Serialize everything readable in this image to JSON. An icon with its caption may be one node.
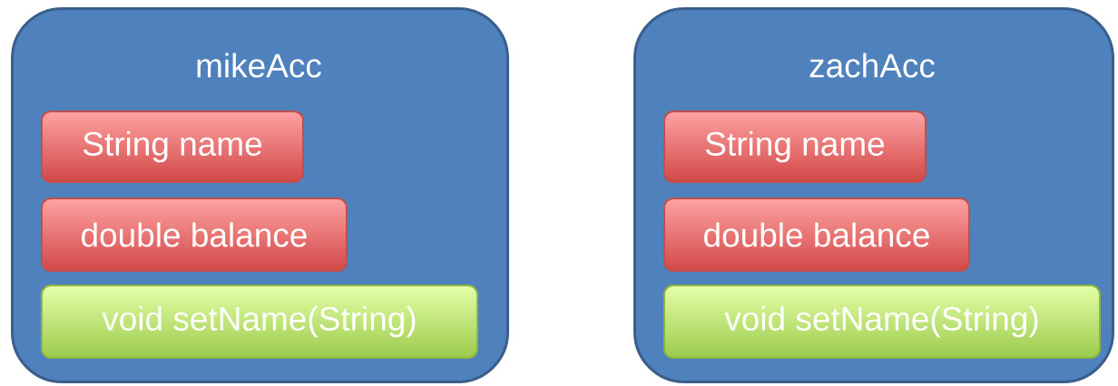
{
  "diagram": {
    "nodes": [
      {
        "text": [
          "mikeAcc"
        ]
      },
      {
        "text": [
          "String name"
        ],
        "in": 0
      },
      {
        "text": [
          "double balance"
        ],
        "in": 0
      },
      {
        "text": [
          "void setName(String)"
        ],
        "in": 0
      },
      {
        "text": [
          "zachAcc"
        ]
      },
      {
        "text": [
          "String name"
        ],
        "in": 4
      },
      {
        "text": [
          "double balance"
        ],
        "in": 4
      },
      {
        "text": [
          "void setName(String)"
        ],
        "in": 4
      }
    ]
  }
}
